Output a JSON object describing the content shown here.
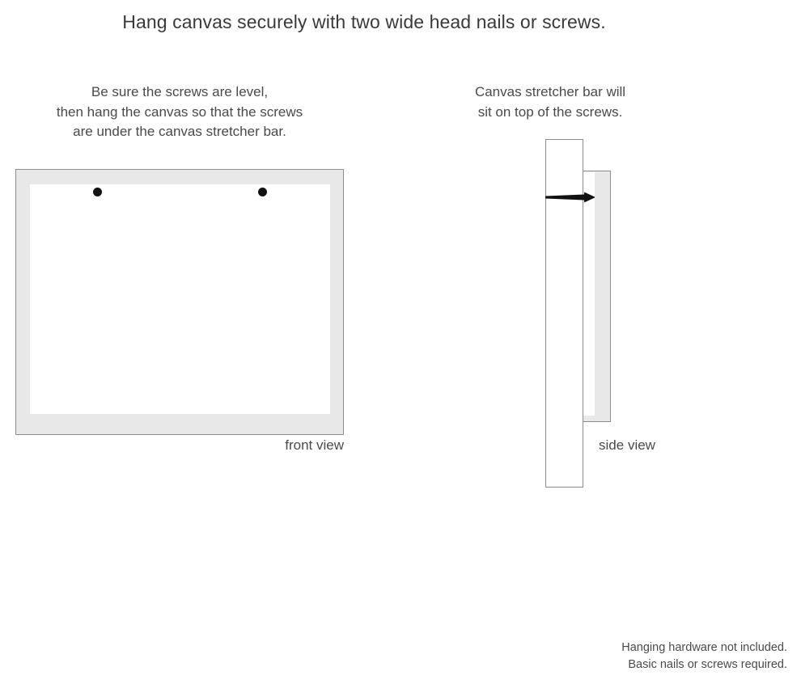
{
  "page": {
    "title": "Hang canvas securely with two wide head nails or screws.",
    "background_color": "#ffffff",
    "text_color": "#4a4a4a"
  },
  "front_panel": {
    "caption_lines": [
      "Be sure the screws are level,",
      "then hang the canvas so that the screws",
      "are under the canvas stretcher bar."
    ],
    "view_label": "front view",
    "frame_fill_color": "#e8e8e8",
    "frame_border_color": "#8d8d8d",
    "canvas_fill_color": "#ffffff",
    "screw_color": "#111111",
    "screw_count": 2
  },
  "side_panel": {
    "caption_lines": [
      "Canvas stretcher bar will",
      "sit on top of the screws."
    ],
    "view_label": "side view",
    "wall_fill_color": "#ffffff",
    "wall_border_color": "#8d8d8d",
    "stretcher_bar_fill_color": "#e8e8e8",
    "stretcher_bar_border_color": "#8d8d8d",
    "nail_color": "#111111"
  },
  "footer": {
    "lines": [
      "Hanging hardware not included.",
      "Basic nails or screws required."
    ]
  }
}
